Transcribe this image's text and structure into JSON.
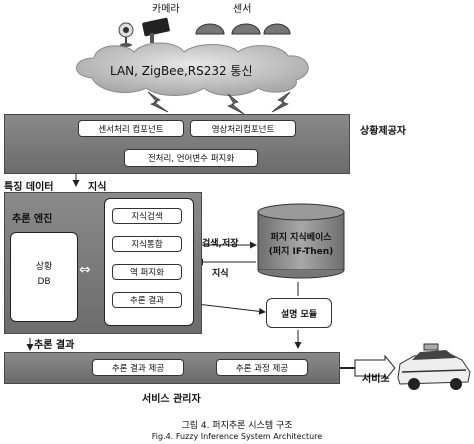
{
  "devices": {
    "camera_label": "카메라",
    "sensor_label": "센서"
  },
  "network": {
    "label": "LAN, ZigBee,RS232 통신"
  },
  "provider": {
    "title": "상황제공자",
    "sensor_component": "센서처리 컴포넌트",
    "image_component": "영상처리컴포넌트",
    "preprocess": "전처리, 언어변수 퍼지화"
  },
  "flow": {
    "feature_data": "특징 데이터",
    "knowledge_top": "지식",
    "search_store": "검색,저장",
    "knowledge_mid": "지식",
    "inference_result": "추론 결과",
    "service": "서비스",
    "bidirectional_arrow": "⇔"
  },
  "engine": {
    "title": "추론 엔진",
    "situation_db_line1": "상황",
    "situation_db_line2": "DB",
    "steps": [
      "지식검색",
      "지식통합",
      "역 퍼지화",
      "추론 결과"
    ]
  },
  "kb": {
    "line1": "퍼지 지식베이스",
    "line2": "(퍼지 IF-Then)"
  },
  "explain": {
    "label": "설명 모듈"
  },
  "manager": {
    "title": "서비스 관리자",
    "result_provide": "추론 결과 제공",
    "process_provide": "추론 과정 제공"
  },
  "caption": {
    "korean": "그림 4. 퍼지추론 시스템 구조",
    "english": "Fig.4. Fuzzy Inference System Architecture"
  },
  "colors": {
    "band": "#7a7a7a",
    "dark": "#222222",
    "cloud": "#c8c8c8"
  }
}
